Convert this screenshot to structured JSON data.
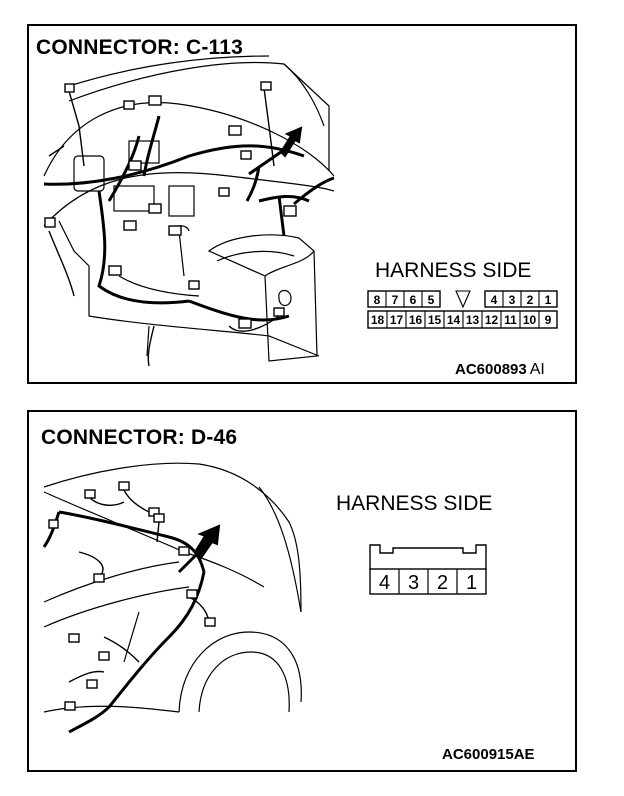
{
  "connectors": [
    {
      "title": "CONNECTOR: C-113",
      "harness_label": "HARNESS SIDE",
      "pins_top": [
        "8",
        "7",
        "6",
        "5",
        "4",
        "3",
        "2",
        "1"
      ],
      "pins_bottom": [
        "18",
        "17",
        "16",
        "15",
        "14",
        "13",
        "12",
        "11",
        "10",
        "9"
      ],
      "figure_code": "AC600893",
      "figure_suffix": "AI"
    },
    {
      "title": "CONNECTOR: D-46",
      "harness_label": "HARNESS SIDE",
      "pins": [
        "4",
        "3",
        "2",
        "1"
      ],
      "figure_code": "AC600915AE"
    }
  ]
}
